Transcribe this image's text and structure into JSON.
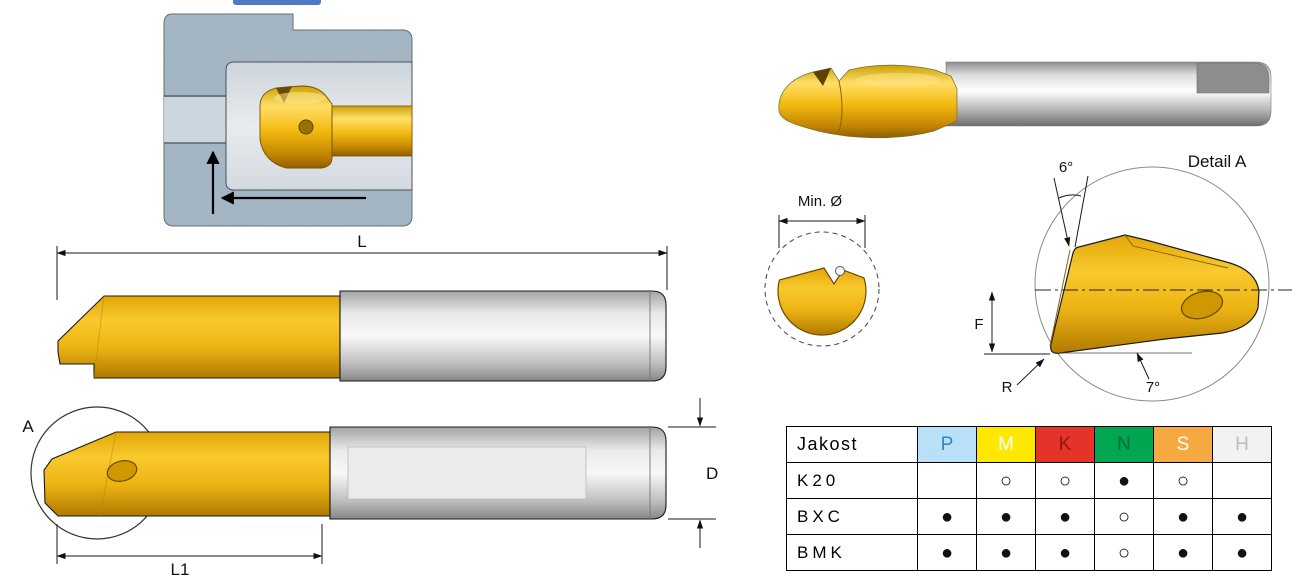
{
  "labels": {
    "dim_length": "L",
    "dim_length1": "L1",
    "dim_diameter": "D",
    "detail_marker": "A",
    "min_diameter": "Min. Ø",
    "detail_title": "Detail A",
    "angle_top": "6°",
    "angle_bottom": "7°",
    "dim_f": "F",
    "dim_r": "R"
  },
  "grade_table": {
    "header_label": "Jakost",
    "columns": [
      {
        "label": "P",
        "bg": "#b9e0f7",
        "fg": "#2e86c8"
      },
      {
        "label": "M",
        "bg": "#ffe800",
        "fg": "#ffffff"
      },
      {
        "label": "K",
        "bg": "#e63329",
        "fg": "#8c1a0e"
      },
      {
        "label": "N",
        "bg": "#00a651",
        "fg": "#006b34"
      },
      {
        "label": "S",
        "bg": "#f7a941",
        "fg": "#ffffff"
      },
      {
        "label": "H",
        "bg": "#f2f2f2",
        "fg": "#bdbdbd"
      }
    ],
    "rows": [
      {
        "label": "K20",
        "cells": [
          "",
          "○",
          "○",
          "●",
          "○",
          ""
        ]
      },
      {
        "label": "BXC",
        "cells": [
          "●",
          "●",
          "●",
          "○",
          "●",
          "●"
        ]
      },
      {
        "label": "BMK",
        "cells": [
          "●",
          "●",
          "●",
          "○",
          "●",
          "●"
        ]
      }
    ]
  },
  "colors": {
    "gold": "#edb414",
    "gold_dark": "#b07a00",
    "steel_light": "#f8f8f8",
    "steel_dark": "#868686",
    "workpiece_blue_gray": "#a9bbc8",
    "outline": "#1a1a1a"
  }
}
